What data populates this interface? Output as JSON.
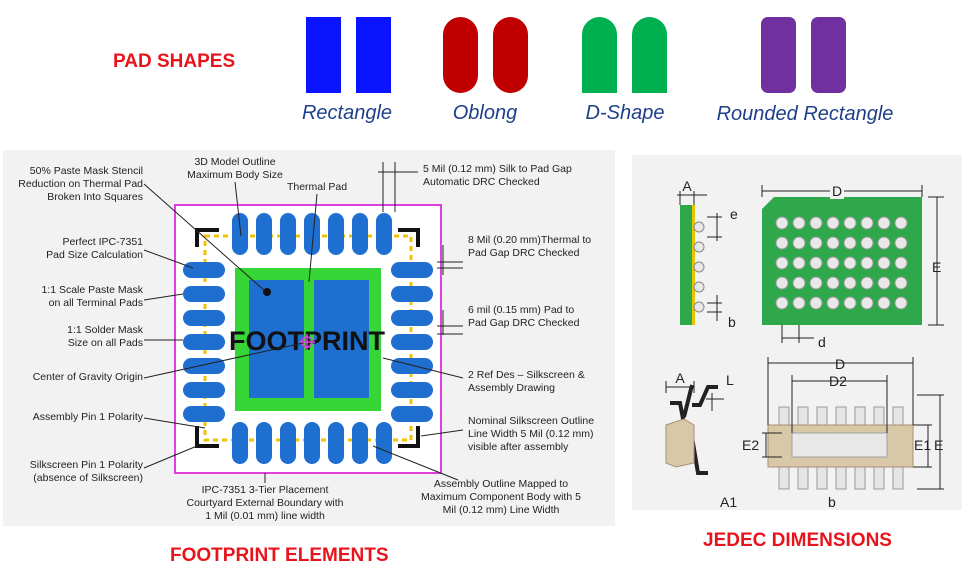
{
  "titles": {
    "pad_shapes": "PAD SHAPES",
    "footprint_elements": "FOOTPRINT ELEMENTS",
    "jedec_dimensions": "JEDEC DIMENSIONS"
  },
  "pad_shapes": [
    {
      "label": "Rectangle",
      "color": "#0a14ff"
    },
    {
      "label": "Oblong",
      "color": "#c00000"
    },
    {
      "label": "D-Shape",
      "color": "#00b050"
    },
    {
      "label": "Rounded Rectangle",
      "color": "#7030a0"
    }
  ],
  "footprint": {
    "center_text": "FOOTPRINT",
    "left_callouts": [
      "50% Paste Mask Stencil",
      "Reduction on Thermal Pad",
      "Broken Into Squares",
      "Perfect IPC-7351",
      "Pad Size Calculation",
      "1:1 Scale Paste Mask",
      "on all Terminal Pads",
      "1:1 Solder Mask",
      "Size on all Pads",
      "Center of Gravity Origin",
      "Assembly Pin 1 Polarity",
      "Silkscreen Pin 1 Polarity",
      "(absence of Silkscreen)"
    ],
    "top_callouts": [
      "3D Model Outline",
      "Maximum Body Size",
      "Thermal Pad"
    ],
    "right_callouts": [
      "5 Mil (0.12 mm) Silk to Pad Gap",
      "Automatic DRC Checked",
      "8 Mil (0.20 mm)Thermal to",
      "Pad Gap DRC Checked",
      "6 mil (0.15 mm) Pad to",
      "Pad Gap DRC Checked",
      "2 Ref Des – Silkscreen &",
      "Assembly Drawing",
      "Nominal Silkscreen Outline",
      "Line Width 5 Mil (0.12 mm)",
      "visible after assembly"
    ],
    "bottom_callouts": [
      "IPC-7351 3-Tier Placement",
      "Courtyard  External Boundary with",
      "1 Mil (0.01 mm) line width",
      "Assembly Outline Mapped to",
      "Maximum Component Body with 5",
      "Mil (0.12 mm) Line Width"
    ],
    "colors": {
      "pad": "#1e6fd0",
      "thermal": "#35d635",
      "courtyard": "#e040e0",
      "silk": "#111111"
    }
  },
  "jedec": {
    "bga": {
      "labels": [
        "A",
        "D",
        "e",
        "E",
        "b",
        "d"
      ],
      "board_color": "#2ea84a"
    },
    "soic": {
      "labels": [
        "A",
        "L",
        "D",
        "D2",
        "E2",
        "E1",
        "E",
        "A1",
        "b"
      ],
      "body_color": "#d9c8a8"
    }
  }
}
